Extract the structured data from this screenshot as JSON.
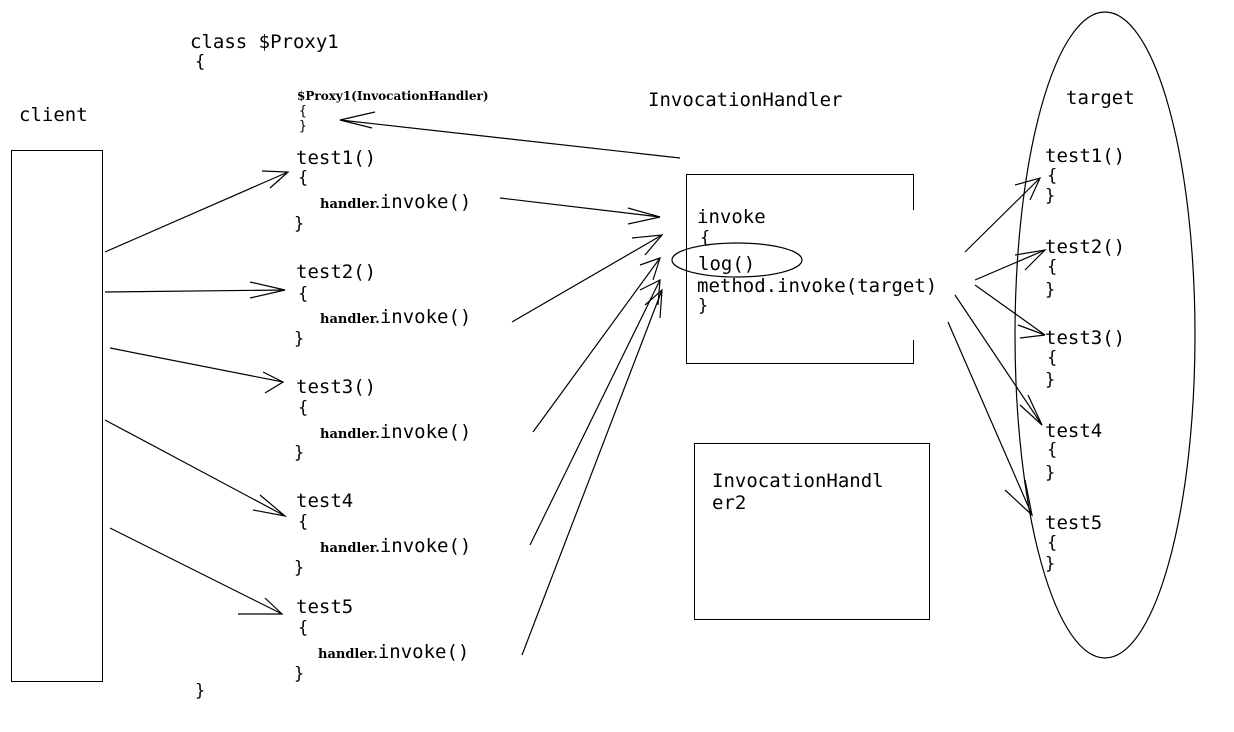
{
  "client": {
    "label": "client"
  },
  "proxy": {
    "class_header": "class $Proxy1",
    "open_brace": "{",
    "close_brace": "}",
    "constructor": "$Proxy1(InvocationHandler)",
    "methods": [
      {
        "name": "test1()",
        "call_prefix": "handler.",
        "call": "invoke()"
      },
      {
        "name": "test2()",
        "call_prefix": "handler.",
        "call": "invoke()"
      },
      {
        "name": "test3()",
        "call_prefix": "handler.",
        "call": "invoke()"
      },
      {
        "name": "test4",
        "call_prefix": "handler.",
        "call": "invoke()"
      },
      {
        "name": "test5",
        "call_prefix": "handler.",
        "call": "invoke()"
      }
    ]
  },
  "handler": {
    "title": "InvocationHandler",
    "lines": [
      "invoke",
      "{",
      "log()",
      "method.invoke(target)",
      "}"
    ]
  },
  "handler2": {
    "lines": [
      "InvocationHandl",
      "er2"
    ]
  },
  "target": {
    "label": "target",
    "methods": [
      "test1()",
      "test2()",
      "test3()",
      "test4",
      "test5"
    ]
  }
}
